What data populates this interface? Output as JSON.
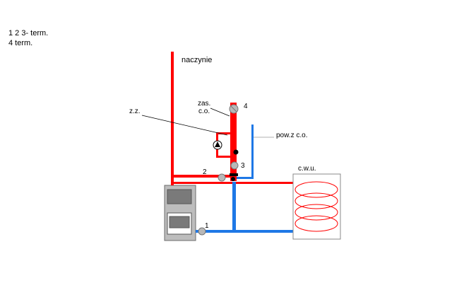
{
  "notes": {
    "line1": "1 2 3- term.",
    "line2": "4 term.",
    "color": "#1e7fd8"
  },
  "labels": {
    "naczynie": "naczynie",
    "zas_line1": "zas.",
    "zas_line2": "c.o.",
    "zz": "z.z.",
    "pow": "pow.z c.o.",
    "cwu": "c.w.u.",
    "n1": "1",
    "n2": "2",
    "n3": "3",
    "n4": "4"
  },
  "colors": {
    "supply": "#ff0000",
    "return": "#1e78e6",
    "boiler": "#bdbdbd",
    "boiler_panel": "#7a7a7a",
    "tank_coil": "#ff0000",
    "sensor": "#b8b8b8",
    "pointer": "#000000",
    "pow_label": "#888888"
  },
  "icons": [
    "pump-icon",
    "sensor-icon",
    "valve-icon",
    "coil-icon"
  ]
}
